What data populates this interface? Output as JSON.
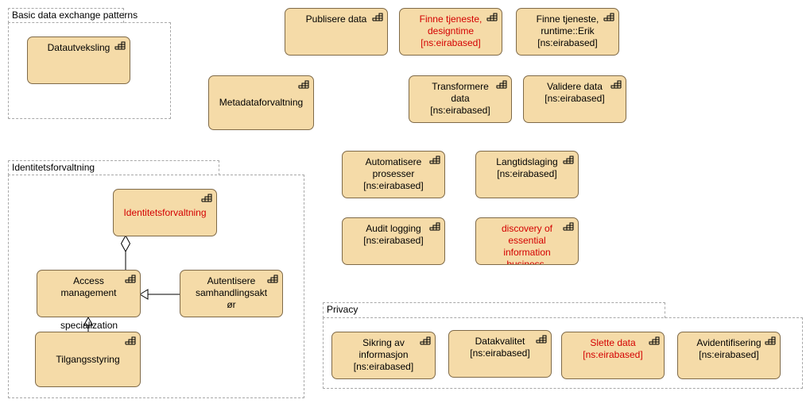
{
  "groups": {
    "basic": {
      "title": "Basic data exchange patterns"
    },
    "identity": {
      "title": "Identitetsforvaltning"
    },
    "privacy": {
      "title": "Privacy"
    }
  },
  "elements": {
    "datautveksling": "Datautveksling",
    "publisere": "Publisere data",
    "finne_design": "Finne tjeneste,\ndesigntime\n[ns:eirabased]",
    "finne_runtime": "Finne tjeneste,\nruntime::Erik\n[ns:eirabased]",
    "metadata": "Metadataforvaltning",
    "transformere": "Transformere\ndata\n[ns:eirabased]",
    "validere": "Validere data\n[ns:eirabased]",
    "automatisere": "Automatisere\nprosesser\n[ns:eirabased]",
    "langtid": "Langtidslaging\n[ns:eirabased]",
    "audit": "Audit logging\n[ns:eirabased]",
    "discovery": "discovery of\nessential\ninformation\nbusiness-qualified",
    "identitetsforvaltning": "Identitetsforvaltning",
    "access": "Access\nmanagement",
    "autentisere": "Autentisere\nsamhandlingsakt\nør",
    "tilgang": "Tilgangsstyring",
    "sikring": "Sikring av\ninformasjon\n[ns:eirabased]",
    "datakvalitet": "Datakvalitet\n[ns:eirabased]",
    "slette": "Slette data\n[ns:eirabased]",
    "avidentifisering": "Avidentifisering\n[ns:eirabased]"
  },
  "connector_labels": {
    "specialization": "specialization"
  },
  "colors": {
    "element_fill": "#f5dba8",
    "element_border": "#7f6a48",
    "highlight_text": "#d40000"
  },
  "icon": "application-function-icon"
}
